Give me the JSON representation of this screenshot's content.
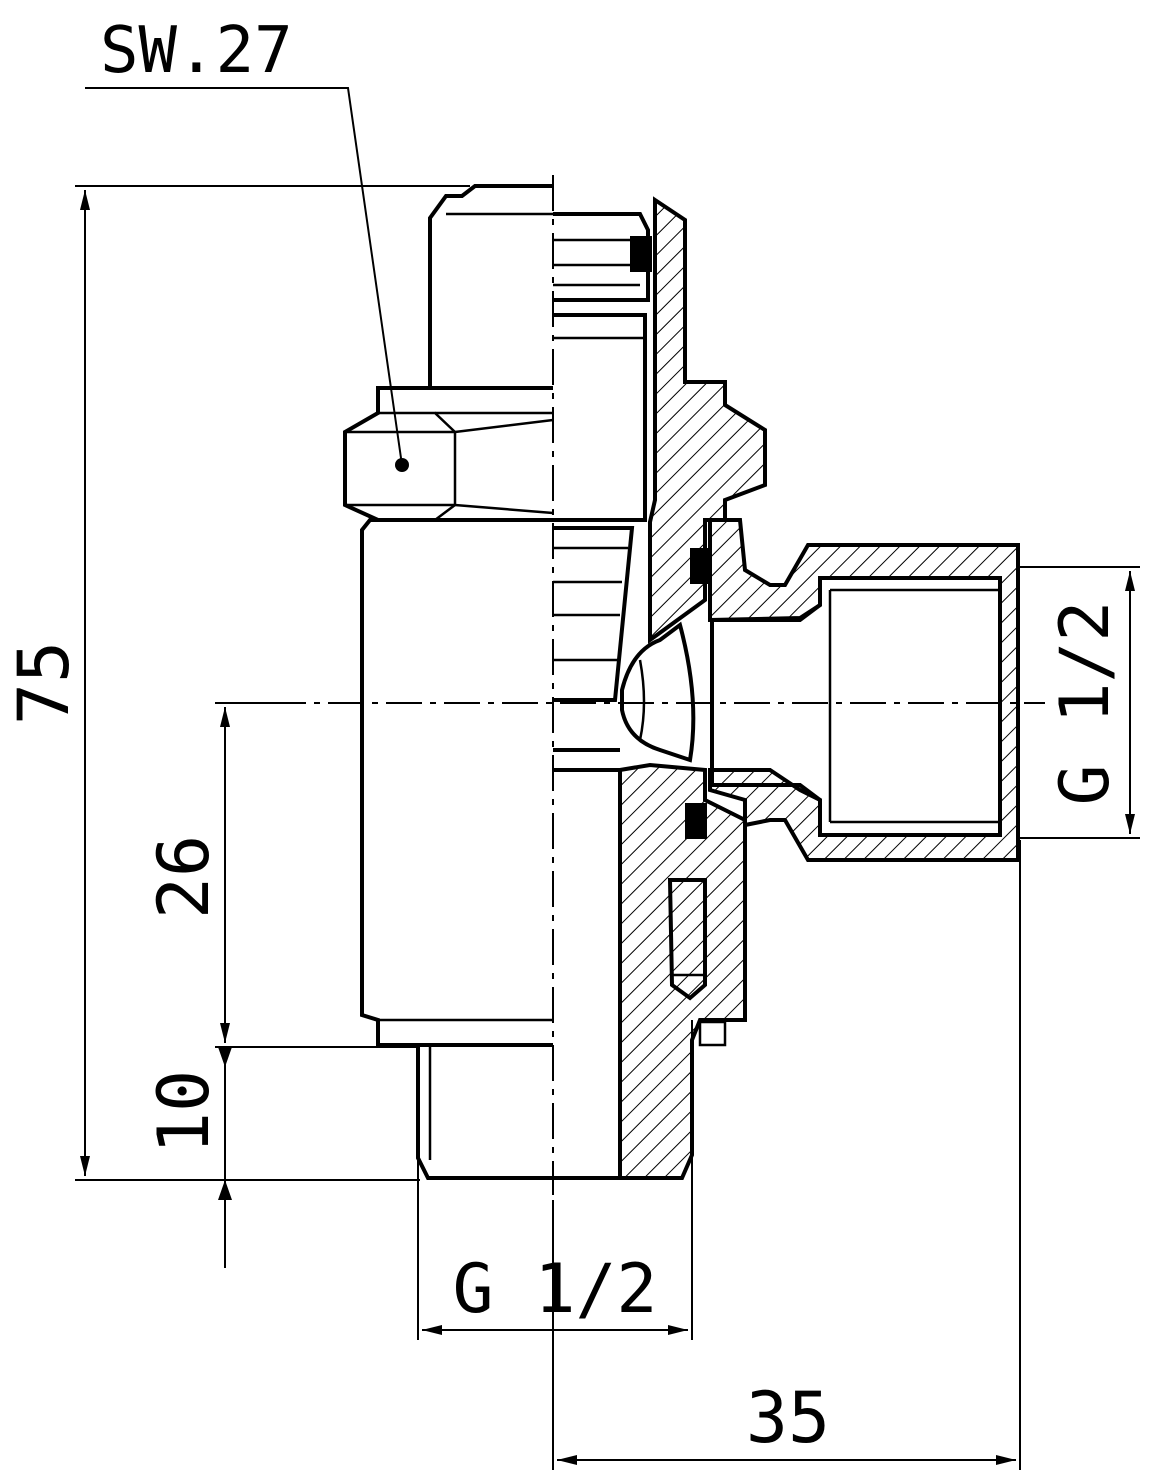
{
  "drawing": {
    "ink_color": "#000000",
    "background_color": "#ffffff",
    "wrench_size_label": "SW.27",
    "dimensions": {
      "overall_height": "75",
      "outlet_center_height": "26",
      "thread_length": "10",
      "inlet_thread": "G 1/2",
      "outlet_thread": "G 1/2",
      "outlet_offset": "35"
    }
  }
}
